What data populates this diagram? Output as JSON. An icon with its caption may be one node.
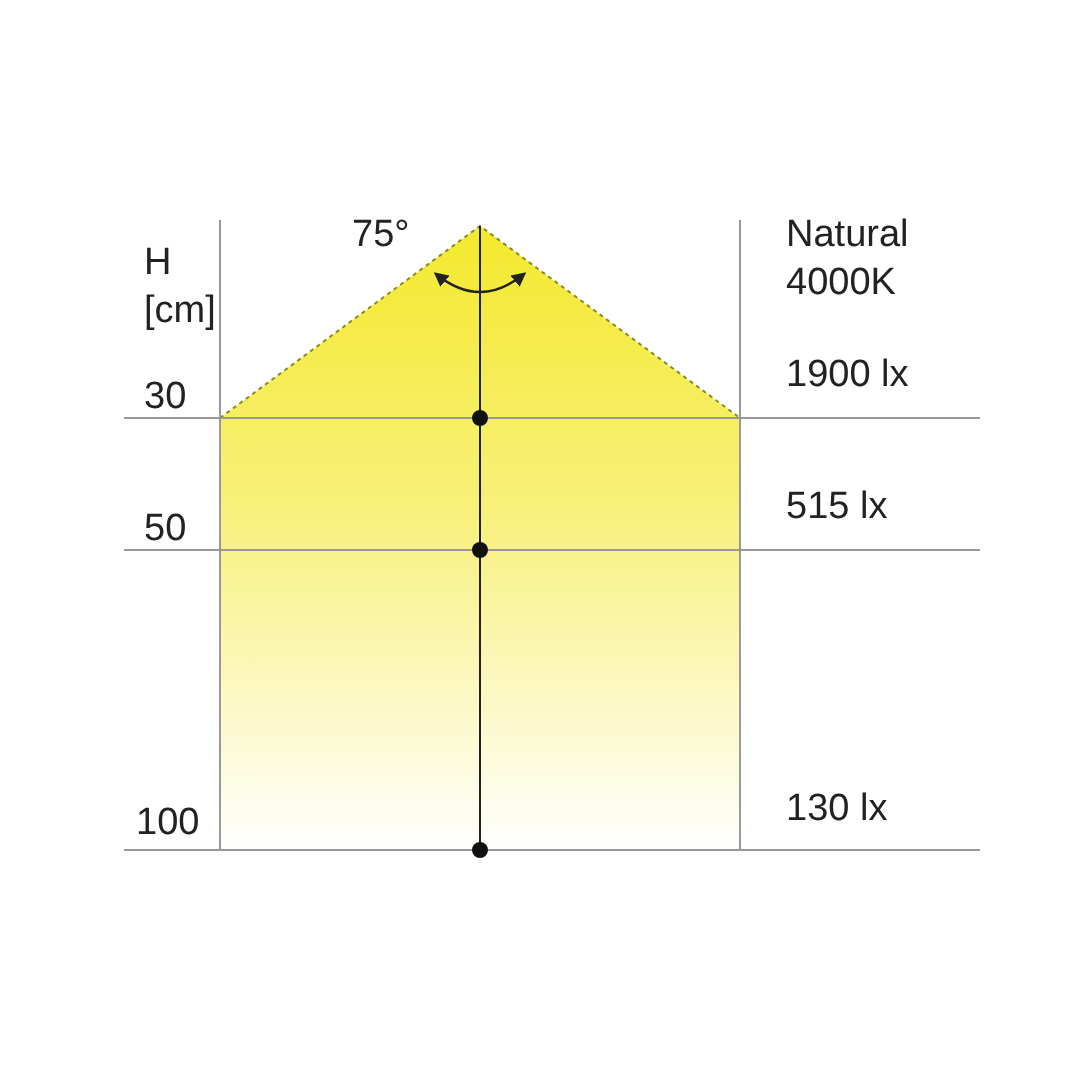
{
  "diagram": {
    "labels": [
      "H [cm]",
      "75°",
      "Natural 4000K",
      "30",
      "1900 lx",
      "50",
      "515 lx",
      "100",
      "130 lx"
    ]
  }
}
